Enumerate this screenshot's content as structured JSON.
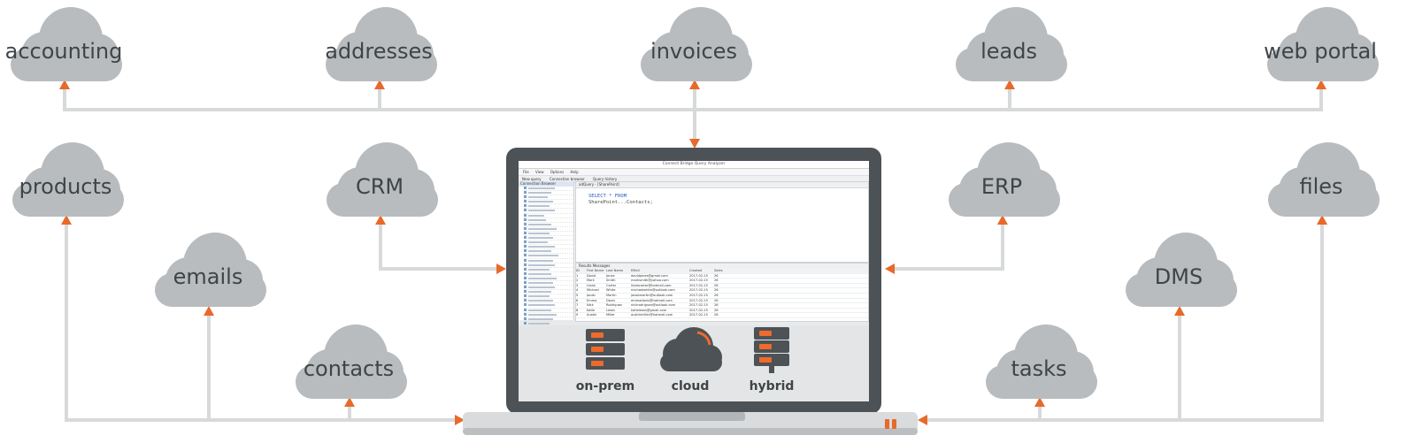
{
  "clouds": {
    "accounting": "accounting",
    "addresses": "addresses",
    "invoices": "invoices",
    "leads": "leads",
    "web_portal": "web portal",
    "products": "products",
    "crm": "CRM",
    "erp": "ERP",
    "files": "files",
    "emails": "emails",
    "dms": "DMS",
    "contacts": "contacts",
    "tasks": "tasks"
  },
  "app": {
    "title": "Connect Bridge Query Analyzer",
    "menu": [
      "File",
      "View",
      "Options",
      "Help"
    ],
    "toolbar": [
      "New query",
      "Connection browser",
      "Query history"
    ],
    "pane_header": "Connection Browser",
    "editor_tab": "adQuery - [SharePoint]",
    "query_line1": "SELECT * FROM",
    "query_line2": "SharePoint...Contacts;",
    "results_tab": "Results    Messages",
    "columns": [
      "ID",
      "First Name",
      "Last Name",
      "EMail",
      "Created",
      "Sales"
    ],
    "rows": [
      [
        "1",
        "David",
        "Jones",
        "davidjones@gmail.com",
        "2017-02-15",
        "26"
      ],
      [
        "2",
        "Mark",
        "Smith",
        "marksmith@yahoo.com",
        "2017-02-15",
        "26"
      ],
      [
        "3",
        "Linda",
        "Carter",
        "lindacarter@hotmail.com",
        "2017-02-15",
        "26"
      ],
      [
        "4",
        "Michael",
        "White",
        "michaelwhite@outlook.com",
        "2017-02-15",
        "26"
      ],
      [
        "5",
        "Jacob",
        "Martin",
        "jacobmartin@outlook.com",
        "2017-02-15",
        "26"
      ],
      [
        "6",
        "Emma",
        "Davis",
        "emmadavis@hotmail.com",
        "2017-02-15",
        "26"
      ],
      [
        "7",
        "Nick",
        "Rodriguez",
        "nickrodriguez@outlook.com",
        "2017-02-15",
        "26"
      ],
      [
        "8",
        "Katie",
        "Lewis",
        "katielewis@gmail.com",
        "2017-02-15",
        "26"
      ],
      [
        "9",
        "Austin",
        "Miller",
        "austinmiller@hotmail.com",
        "2017-02-15",
        "26"
      ]
    ]
  },
  "deployment": {
    "on_prem": "on-prem",
    "cloud": "cloud",
    "hybrid": "hybrid"
  },
  "colors": {
    "cloud": "#b8bcbf",
    "connector": "#d7d9da",
    "arrow": "#e8692a",
    "laptop_frame": "#4d5256"
  }
}
